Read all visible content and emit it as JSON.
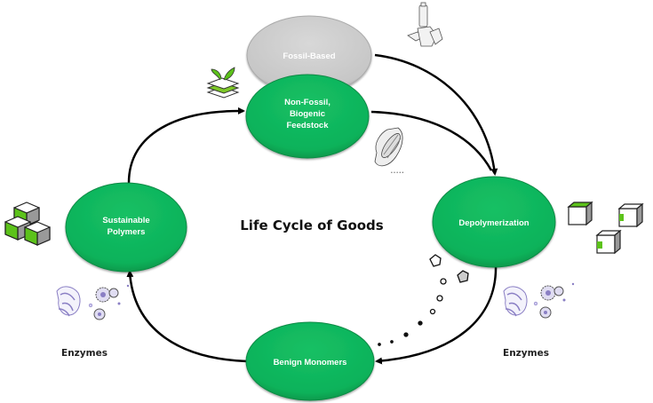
{
  "title": "Life Cycle of Goods",
  "nodes": {
    "fossil": "Fossil-Based",
    "nonfossil": [
      "Non-Fossil,",
      "Biogenic",
      "Feedstock"
    ],
    "depolymerization": "Depolymerization",
    "monomers": "Benign Monomers",
    "polymers": [
      "Sustainable",
      "Polymers"
    ]
  },
  "labels": {
    "enzymes_left": "Enzymes",
    "enzymes_right": "Enzymes"
  },
  "colors": {
    "green": "#0fb25a",
    "green_edge": "#0a8a44",
    "gray": "#c8c8c8",
    "arrow": "#000000",
    "enzyme": "#8a7fc4",
    "cube_green": "#5cc21a"
  },
  "icons": [
    "plastic-bottles-icon",
    "corn-icon",
    "seedling-stack-icon",
    "cube-cluster-icon",
    "scattered-cubes-icon",
    "enzyme-left-icon",
    "enzyme-right-icon",
    "breakdown-trail-icon"
  ]
}
